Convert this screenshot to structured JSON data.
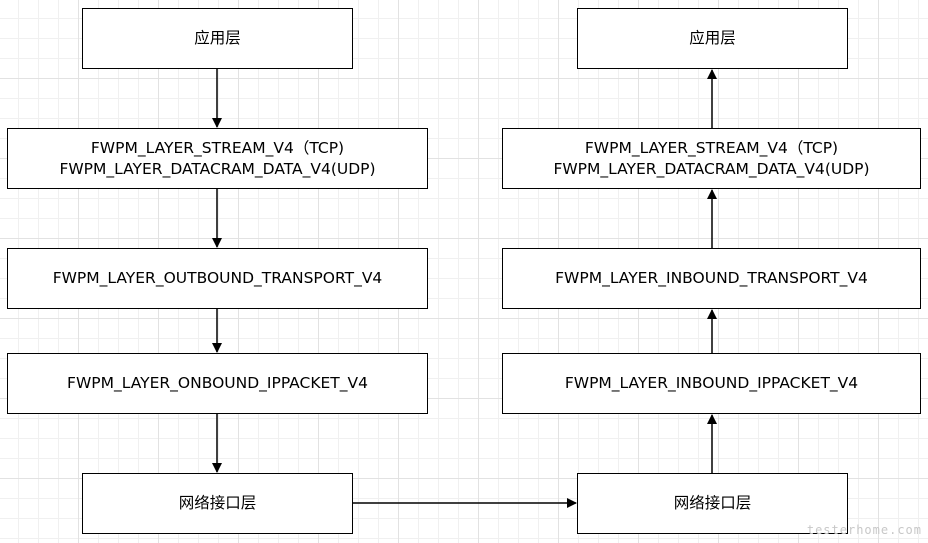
{
  "left_stack": {
    "app_layer": "应用层",
    "stream_line1": "FWPM_LAYER_STREAM_V4（TCP)",
    "stream_line2": "FWPM_LAYER_DATACRAM_DATA_V4(UDP)",
    "transport": "FWPM_LAYER_OUTBOUND_TRANSPORT_V4",
    "ippacket": "FWPM_LAYER_ONBOUND_IPPACKET_V4",
    "network": "网络接口层"
  },
  "right_stack": {
    "app_layer": "应用层",
    "stream_line1": "FWPM_LAYER_STREAM_V4（TCP)",
    "stream_line2": "FWPM_LAYER_DATACRAM_DATA_V4(UDP)",
    "transport": "FWPM_LAYER_INBOUND_TRANSPORT_V4",
    "ippacket": "FWPM_LAYER_INBOUND_IPPACKET_V4",
    "network": "网络接口层"
  },
  "watermark": "testerhome.com",
  "colors": {
    "border": "#000000",
    "grid": "#e2e2e2",
    "background": "#ffffff"
  }
}
